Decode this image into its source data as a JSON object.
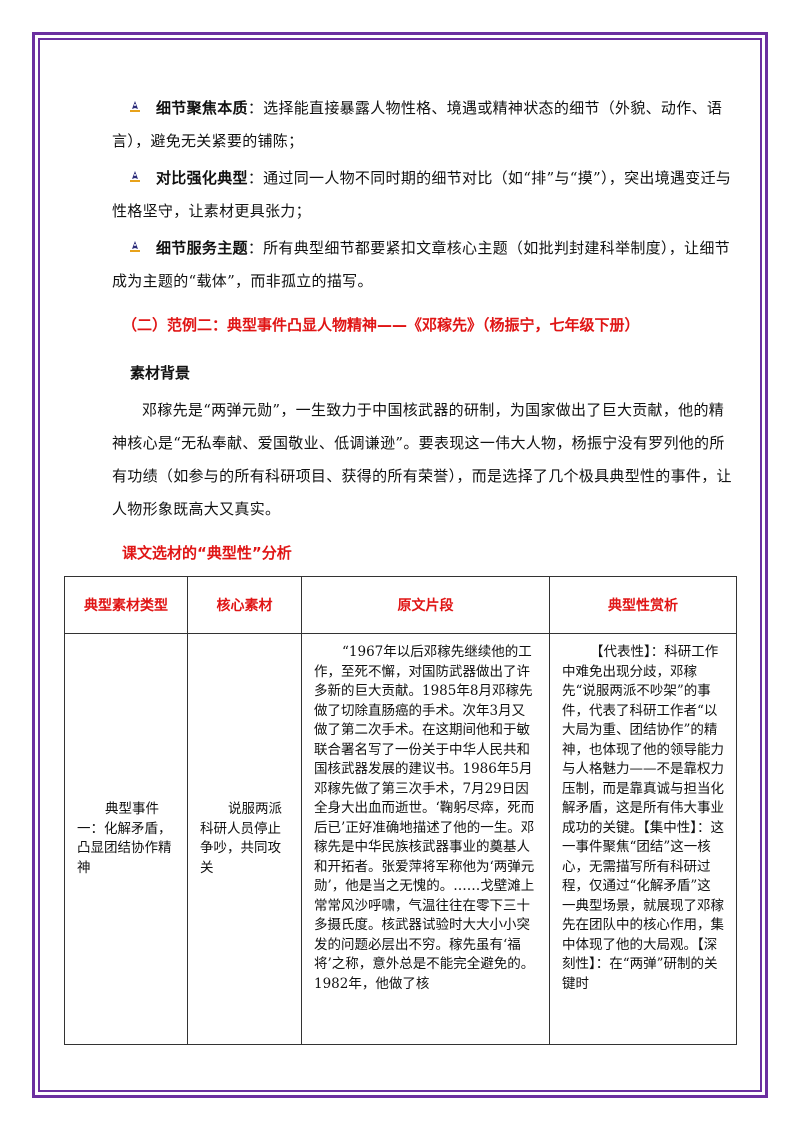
{
  "bullets": [
    {
      "icon": "pen-nib-icon",
      "label": "细节聚焦本质",
      "text": "：选择能直接暴露人物性格、境遇或精神状态的细节（外貌、动作、语言），避免无关紧要的铺陈；"
    },
    {
      "icon": "pen-nib-icon",
      "label": "对比强化典型",
      "text": "：通过同一人物不同时期的细节对比（如“排”与“摸”），突出境遇变迁与性格坚守，让素材更具张力；"
    },
    {
      "icon": "pen-nib-icon",
      "label": "细节服务主题",
      "text": "：所有典型细节都要紧扣文章核心主题（如批判封建科举制度），让细节成为主题的“载体”，而非孤立的描写。"
    }
  ],
  "section_heading": "（二）范例二：典型事件凸显人物精神——《邓稼先》（杨振宁，七年级下册）",
  "sub_heading": "素材背景",
  "background_text": "邓稼先是“两弹元勋”，一生致力于中国核武器的研制，为国家做出了巨大贡献，他的精神核心是“无私奉献、爱国敬业、低调谦逊”。要表现这一伟大人物，杨振宁没有罗列他的所有功绩（如参与的所有科研项目、获得的所有荣誉），而是选择了几个极具典型性的事件，让人物形象既高大又真实。",
  "table_title": "课文选材的“典型性”分析",
  "table": {
    "headers": [
      "典型素材类型",
      "核心素材",
      "原文片段",
      "典型性赏析"
    ],
    "rows": [
      {
        "type": "典型事件一：化解矛盾，凸显团结协作精神",
        "core": "说服两派科研人员停止争吵，共同攻关",
        "excerpt": "“1967年以后邓稼先继续他的工作，至死不懈，对国防武器做出了许多新的巨大贡献。1985年8月邓稼先做了切除直肠癌的手术。次年3月又做了第二次手术。在这期间他和于敏联合署名写了一份关于中华人民共和国核武器发展的建议书。1986年5月邓稼先做了第三次手术，7月29日因全身大出血而逝世。‘鞠躬尽瘁，死而后已’正好准确地描述了他的一生。邓稼先是中华民族核武器事业的奠基人和开拓者。张爱萍将军称他为‘两弹元勋’，他是当之无愧的。……戈壁滩上常常风沙呼啸，气温往往在零下三十多摄氏度。核武器试验时大大小小突发的问题必层出不穷。稼先虽有‘福将’之称，意外总是不能完全避免的。1982年，他做了核",
        "analysis": "【代表性】：科研工作中难免出现分歧，邓稼先“说服两派不吵架”的事件，代表了科研工作者“以大局为重、团结协作”的精神，也体现了他的领导能力与人格魅力——不是靠权力压制，而是靠真诚与担当化解矛盾，这是所有伟大事业成功的关键。【集中性】：这一事件聚焦“团结”这一核心，无需描写所有科研过程，仅通过“化解矛盾”这一典型场景，就展现了邓稼先在团队中的核心作用，集中体现了他的大局观。【深刻性】：在“两弹”研制的关键时"
      }
    ]
  },
  "colors": {
    "frame": "#6b2fa0",
    "heading_red": "#e01515"
  }
}
